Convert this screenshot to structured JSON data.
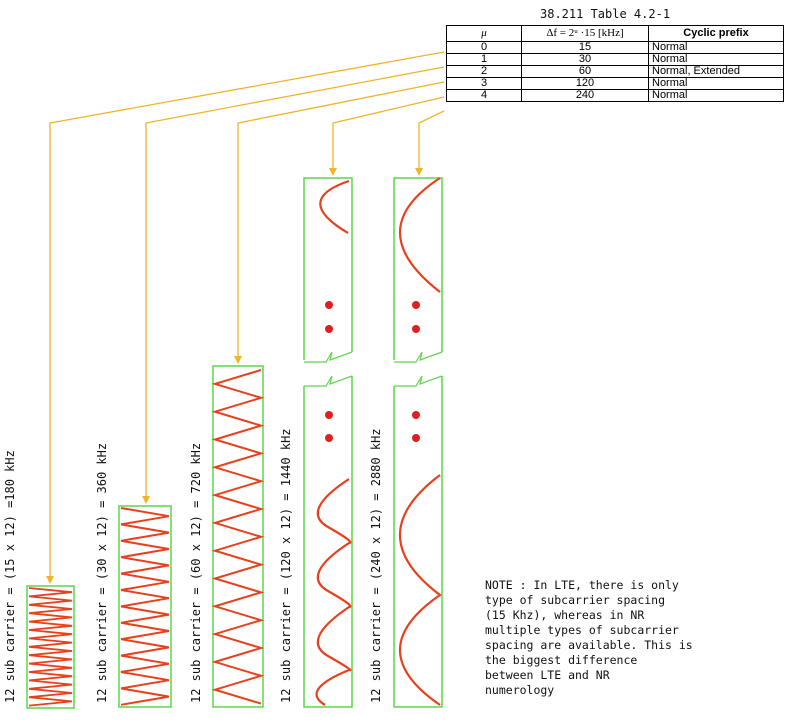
{
  "table": {
    "title": "38.211 Table 4.2-1",
    "header_mu": "μ",
    "header_df": "Δf = 2ᵘ ·15 [kHz]",
    "header_cp": "Cyclic prefix",
    "rows": [
      {
        "mu": "0",
        "df": "15",
        "cp": "Normal"
      },
      {
        "mu": "1",
        "df": "30",
        "cp": "Normal"
      },
      {
        "mu": "2",
        "df": "60",
        "cp": "Normal, Extended"
      },
      {
        "mu": "3",
        "df": "120",
        "cp": "Normal"
      },
      {
        "mu": "4",
        "df": "240",
        "cp": "Normal"
      }
    ]
  },
  "labels": [
    "12 sub carrier = (15 x 12) =180 kHz",
    "12 sub carrier = (30 x 12) = 360 kHz",
    "12 sub carrier = (60 x 12) = 720 kHz",
    "12 sub carrier = (120 x 12) = 1440 kHz",
    "12 sub carrier = (240 x 12) = 2880 kHz"
  ],
  "note": "NOTE : In LTE, there is only\ntype of subcarrier spacing\n(15 Khz), whereas in NR\nmultiple types of subcarrier\nspacing are available. This is\nthe biggest difference\nbetween LTE and NR\nnumerology",
  "colors": {
    "wave": "#e8401c",
    "box": "#5fd64f",
    "arrow": "#f0b429",
    "dot": "#e02020"
  }
}
